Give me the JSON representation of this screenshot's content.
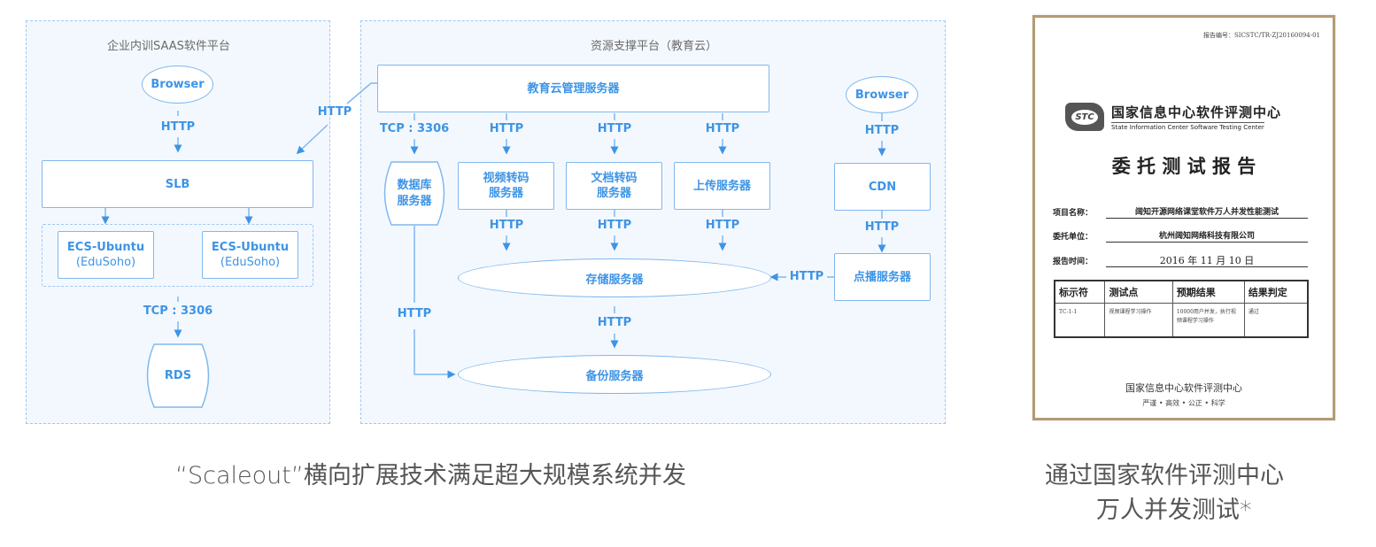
{
  "left_panel": {
    "title": "企业内训SAAS软件平台",
    "browser": "Browser",
    "http_1": "HTTP",
    "slb": "SLB",
    "ecs_1": [
      "ECS-Ubuntu",
      "(EduSoho)"
    ],
    "ecs_2": [
      "ECS-Ubuntu",
      "(EduSoho)"
    ],
    "tcp": "TCP : 3306",
    "rds": "RDS"
  },
  "cross_link": {
    "label": "HTTP"
  },
  "right_panel": {
    "title": "资源支撑平台（教育云）",
    "mgmt_server": "教育云管理服务器",
    "tcp": "TCP : 3306",
    "db_server": [
      "数据库",
      "服务器"
    ],
    "http_labels_top": [
      "HTTP",
      "HTTP",
      "HTTP"
    ],
    "video_transcode": [
      "视频转码",
      "服务器"
    ],
    "doc_transcode": [
      "文档转码",
      "服务器"
    ],
    "upload_server": "上传服务器",
    "http_labels_mid": [
      "HTTP",
      "HTTP",
      "HTTP"
    ],
    "storage_server": "存储服务器",
    "http_storage_backup": "HTTP",
    "http_db_backup": "HTTP",
    "backup_server": "备份服务器",
    "browser": "Browser",
    "http_browser_cdn": "HTTP",
    "cdn": "CDN",
    "http_cdn_vod": "HTTP",
    "vod_server": "点播服务器",
    "http_vod_storage": "HTTP"
  },
  "captions": {
    "diagram": "“Scaleout”横向扩展技术满足超大规模系统并发",
    "cert_line1": "通过国家软件评测中心",
    "cert_line2": "万人并发测试*"
  },
  "certificate": {
    "report_no": "报告编号：SICSTC/TR-ZJ20160094-01",
    "logo": "STC",
    "org_cn": "国家信息中心软件评测中心",
    "org_en": "State Information Center Software Testing Center",
    "title": "委 托 测 试 报 告",
    "fields": [
      {
        "label": "项目名称：",
        "value": "阔知开源网络课堂软件万人并发性能测试"
      },
      {
        "label": "委托单位：",
        "value": "杭州阔知网络科技有限公司"
      },
      {
        "label": "报告时间：",
        "value": "2016 年 11 月 10 日"
      }
    ],
    "table": {
      "headers": [
        "标示符",
        "测试点",
        "预期结果",
        "结果判定"
      ],
      "rows": [
        [
          "TC-1-1",
          "视频课程学习操作",
          "10000用户并发，执行视频课程学习操作",
          "通过"
        ]
      ]
    },
    "footer_org": "国家信息中心软件评测中心",
    "footer_motto": "严谨 • 高效 • 公正 • 科学"
  },
  "colors": {
    "accent": "#3d94e6",
    "line": "#7fb8ee",
    "panel_bg": "#f3f8fe",
    "cert_border": "#b49a74"
  }
}
